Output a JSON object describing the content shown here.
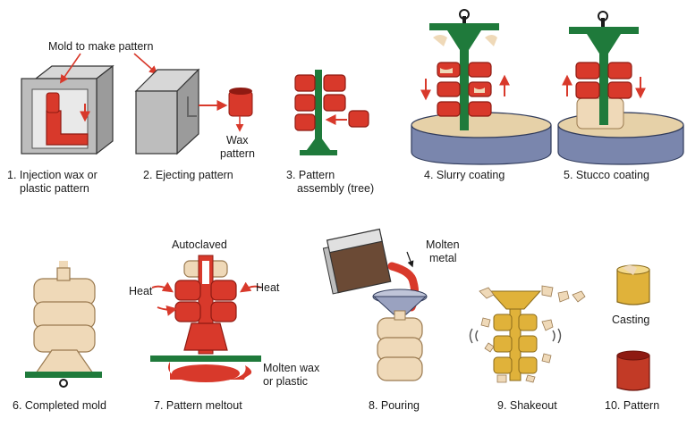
{
  "steps": [
    {
      "n": 1,
      "caption_line1": "1. Injection wax or",
      "caption_line2": "plastic pattern"
    },
    {
      "n": 2,
      "caption_line1": "2. Ejecting pattern"
    },
    {
      "n": 3,
      "caption_line1": "3. Pattern",
      "caption_line2": "assembly (tree)"
    },
    {
      "n": 4,
      "caption_line1": "4. Slurry coating"
    },
    {
      "n": 5,
      "caption_line1": "5. Stucco coating"
    },
    {
      "n": 6,
      "caption_line1": "6. Completed mold"
    },
    {
      "n": 7,
      "caption_line1": "7. Pattern meltout"
    },
    {
      "n": 8,
      "caption_line1": "8. Pouring"
    },
    {
      "n": 9,
      "caption_line1": "9. Shakeout"
    },
    {
      "n": 10,
      "caption_line1": "10. Pattern"
    }
  ],
  "callouts": {
    "mold_to_make_pattern": "Mold to make pattern",
    "wax_line1": "Wax",
    "wax_line2": "pattern",
    "autoclaved": "Autoclaved",
    "heat_left": "Heat",
    "heat_right": "Heat",
    "molten_wax_line1": "Molten wax",
    "molten_wax_line2": "or plastic",
    "molten_metal_line1": "Molten",
    "molten_metal_line2": "metal",
    "casting": "Casting"
  },
  "colors": {
    "wax_red": "#d8392b",
    "dark_red": "#8e1a12",
    "ceramic": "#efd9b8",
    "green": "#1f7a3b",
    "slurry_tank": "#7a86ad",
    "gold": "#e0b23a",
    "metal": "#4a4a4a"
  }
}
